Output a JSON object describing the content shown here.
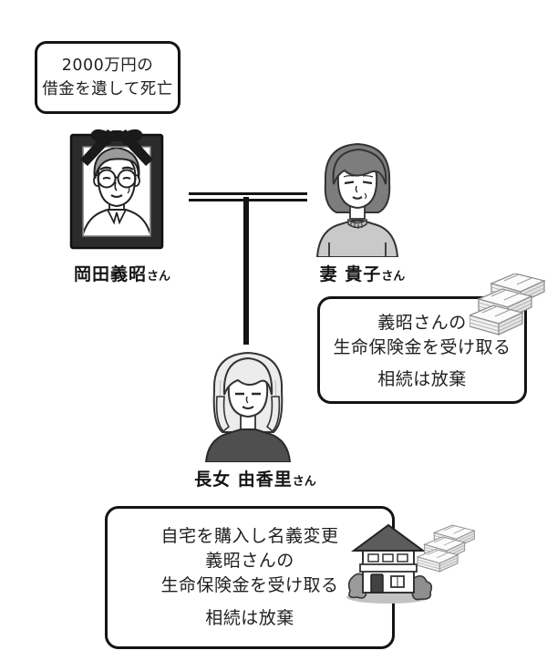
{
  "top_note": {
    "line1": "2000万円の",
    "line2": "借金を遺して死亡"
  },
  "father": {
    "name_label": "岡田義昭",
    "honorific": "さん"
  },
  "wife": {
    "name_label": "妻 貴子",
    "honorific": "さん",
    "note": {
      "line1": "義昭さんの",
      "line2": "生命保険金を受け取る",
      "line3": "相続は放棄"
    }
  },
  "daughter": {
    "name_label": "長女 由香里",
    "honorific": "さん",
    "note": {
      "line1": "自宅を購入し名義変更",
      "line2": "義昭さんの",
      "line3": "生命保険金を受け取る",
      "line4": "相続は放棄"
    }
  },
  "icons": {
    "mourning_ribbon": "black-mourning-ribbon-bow",
    "money_stack": "stacked-cash-bundles",
    "house": "two-story-house"
  },
  "colors": {
    "background": "#ffffff",
    "ink": "#141414",
    "frame": "#2b2b2b",
    "hair_father": "#9a9a9a",
    "hair_wife": "#7d7d7d",
    "sweater_wife": "#c9c9c9",
    "hair_daughter": "#ececec",
    "sweater_daughter": "#4f4f4f",
    "roof": "#5c5c5c",
    "cash_side": "#e3e3e3",
    "bush": "#9b9b9b"
  }
}
